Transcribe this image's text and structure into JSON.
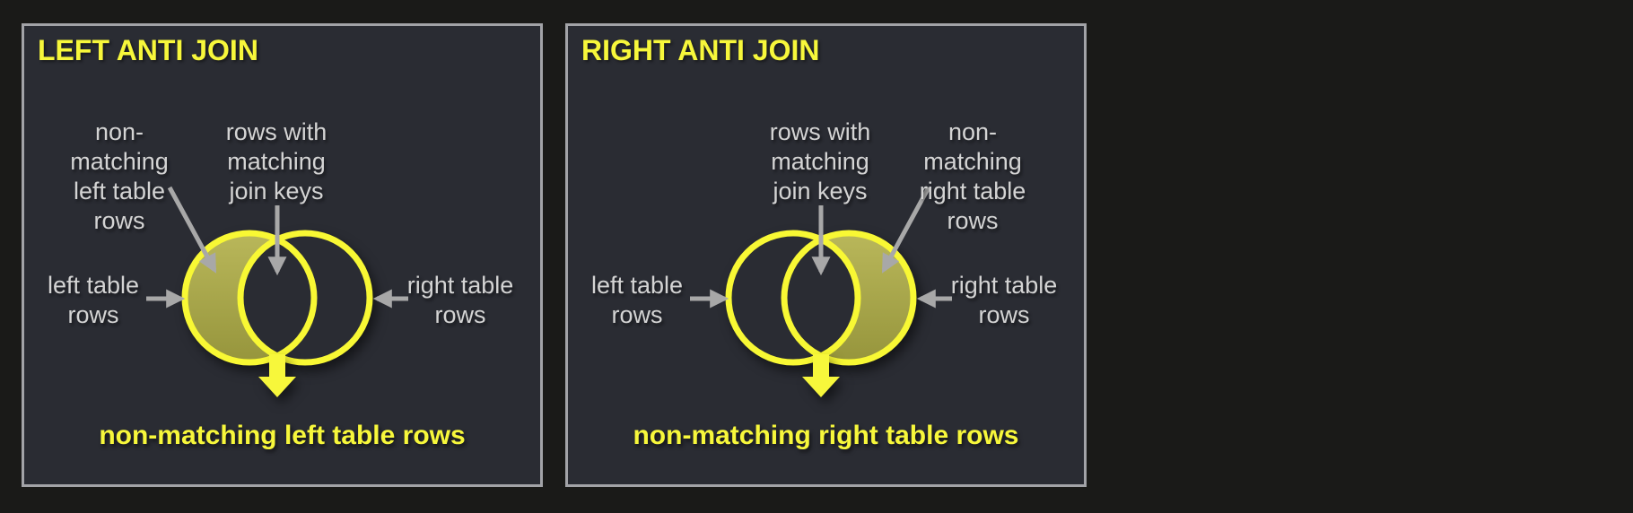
{
  "colors": {
    "page_background": "#1a1a18",
    "panel_background": "#2a2c33",
    "panel_border": "#a2a3a7",
    "accent_yellow": "#f7f73b",
    "circle_stroke_yellow": "#f8f834",
    "highlight_fill_olive_top": "#b9b75a",
    "highlight_fill_olive_bottom": "#96953c",
    "label_gray": "#d4d4d4",
    "arrow_gray": "#a8a8a8"
  },
  "panels": [
    {
      "id": "left-anti-join",
      "title": "LEFT ANTI JOIN",
      "highlighted_region": "left-only",
      "labels": {
        "non_matching": [
          "non-",
          "matching",
          "left table",
          "rows"
        ],
        "matching": [
          "rows with",
          "matching",
          "join keys"
        ],
        "left_circle": [
          "left table",
          "rows"
        ],
        "right_circle": [
          "right table",
          "rows"
        ]
      },
      "caption": "non-matching left table rows"
    },
    {
      "id": "right-anti-join",
      "title": "RIGHT ANTI JOIN",
      "highlighted_region": "right-only",
      "labels": {
        "non_matching": [
          "non-",
          "matching",
          "right table",
          "rows"
        ],
        "matching": [
          "rows with",
          "matching",
          "join keys"
        ],
        "left_circle": [
          "left table",
          "rows"
        ],
        "right_circle": [
          "right table",
          "rows"
        ]
      },
      "caption": "non-matching right table rows"
    }
  ]
}
